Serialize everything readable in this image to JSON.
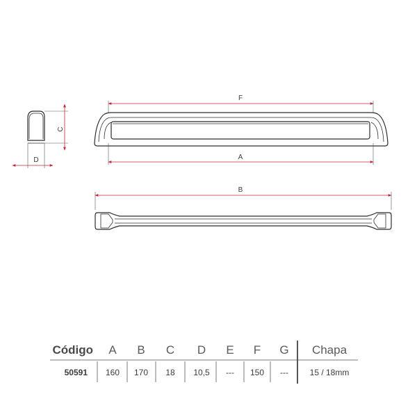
{
  "dimensions": {
    "f_label": "F",
    "a_label": "A",
    "b_label": "B",
    "c_label": "C",
    "d_label": "D"
  },
  "spec_table": {
    "headers": {
      "codigo": "Código",
      "a": "A",
      "b": "B",
      "c": "C",
      "d": "D",
      "e": "E",
      "f": "F",
      "g": "G",
      "chapa": "Chapa"
    },
    "row": {
      "codigo": "50591",
      "a": "160",
      "b": "170",
      "c": "18",
      "d": "10,5",
      "e": "---",
      "f": "150",
      "g": "---",
      "chapa": "15 / 18mm"
    }
  },
  "colors": {
    "dimension_line": "#c0263a",
    "outline": "#2b2b2b"
  }
}
